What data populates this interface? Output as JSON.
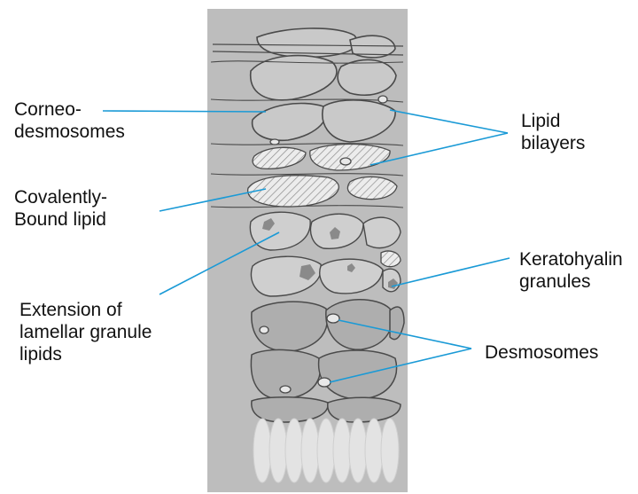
{
  "labels": {
    "corneodesmosomes": "Corneo-\ndesmosomes",
    "covalently_bound_lipid": "Covalently-\nBound lipid",
    "extension_lamellar": "Extension of\nlamellar granule\nlipids",
    "lipid_bilayers": "Lipid\nbilayers",
    "keratohyalin_granules": "Keratohyalin\ngranules",
    "desmosomes": "Desmosomes"
  },
  "colors": {
    "panel": "#bdbdbd",
    "leader_line": "#1a9ad6",
    "cell_outline": "#4a4a4a",
    "text": "#111111"
  }
}
